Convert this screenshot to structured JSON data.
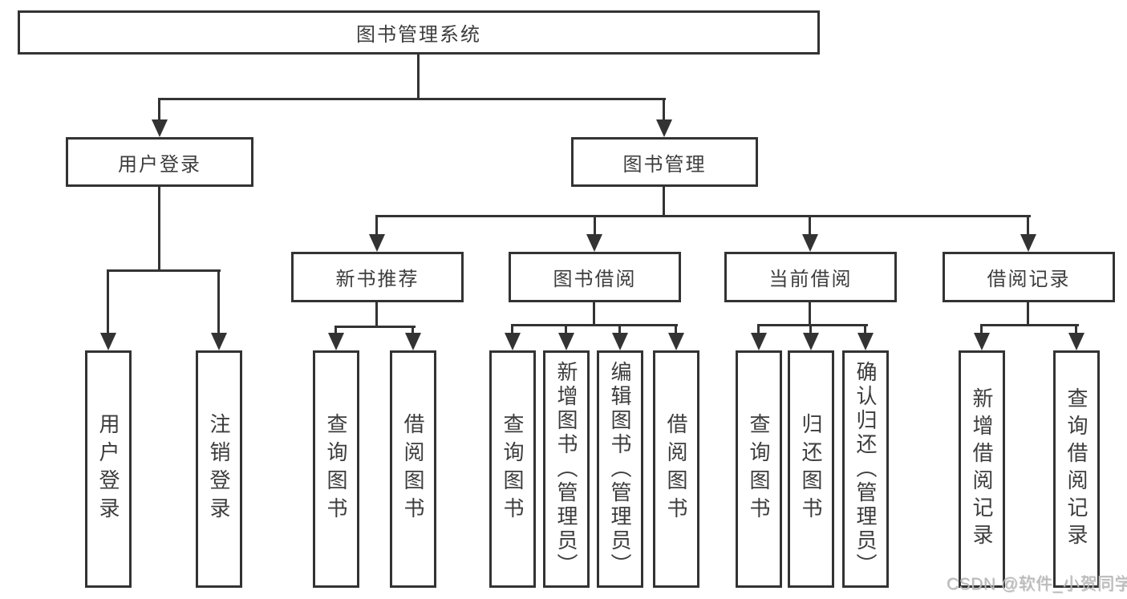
{
  "tree": {
    "root": {
      "label": "图书管理系统"
    },
    "level2": [
      {
        "label": "用户登录",
        "children": [
          {
            "label": "用户登录"
          },
          {
            "label": "注销登录"
          }
        ]
      },
      {
        "label": "图书管理",
        "children": [
          {
            "label": "新书推荐",
            "children": [
              {
                "label": "查询图书"
              },
              {
                "label": "借阅图书"
              }
            ]
          },
          {
            "label": "图书借阅",
            "children": [
              {
                "label": "查询图书"
              },
              {
                "label": "新增图书（管理员）"
              },
              {
                "label": "编辑图书（管理员）"
              },
              {
                "label": "借阅图书"
              }
            ]
          },
          {
            "label": "当前借阅",
            "children": [
              {
                "label": "查询图书"
              },
              {
                "label": "归还图书"
              },
              {
                "label": "确认归还（管理员）"
              }
            ]
          },
          {
            "label": "借阅记录",
            "children": [
              {
                "label": "新增借阅记录"
              },
              {
                "label": "查询借阅记录"
              }
            ]
          }
        ]
      }
    ]
  },
  "watermark": {
    "text": "CSDN @软件_小贺同学"
  },
  "colors": {
    "line": "#333333",
    "text": "#3d3d3d",
    "background": "#ffffff",
    "watermark": "#b9b9b9"
  }
}
